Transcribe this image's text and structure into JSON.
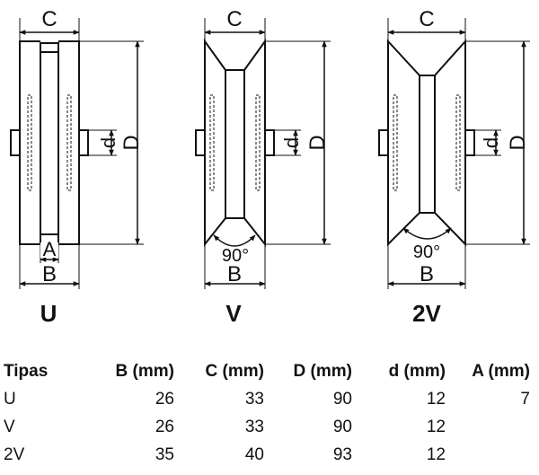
{
  "labels": {
    "c": "C",
    "d": "d",
    "D": "D",
    "A": "A",
    "B": "B",
    "angle": "90°"
  },
  "wheels": [
    {
      "type": "U"
    },
    {
      "type": "V"
    },
    {
      "type": "2V"
    }
  ],
  "table": {
    "headers": [
      "Tipas",
      "B (mm)",
      "C (mm)",
      "D (mm)",
      "d (mm)",
      "A (mm)"
    ],
    "rows": [
      [
        "U",
        "26",
        "33",
        "90",
        "12",
        "7"
      ],
      [
        "V",
        "26",
        "33",
        "90",
        "12",
        ""
      ],
      [
        "2V",
        "35",
        "40",
        "93",
        "12",
        ""
      ]
    ]
  }
}
